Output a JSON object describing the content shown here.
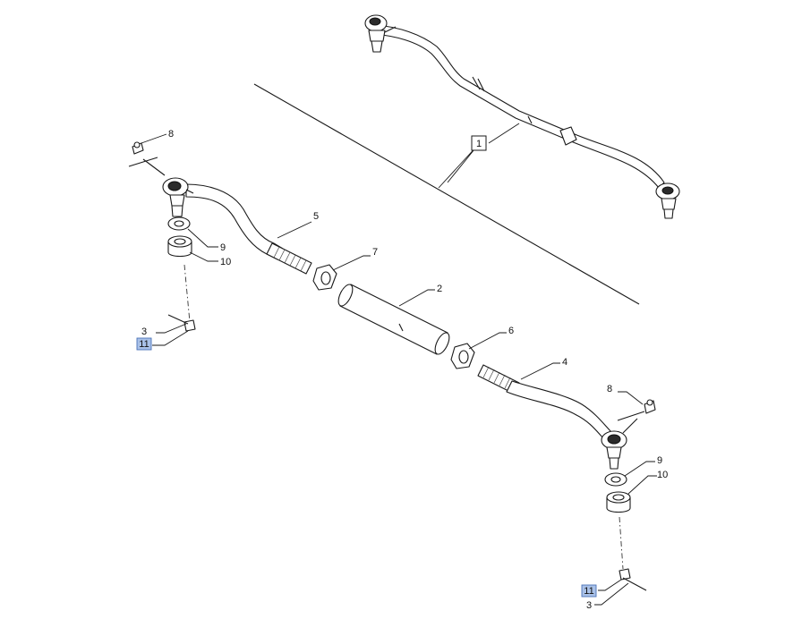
{
  "callouts": {
    "c1": "1",
    "c2": "2",
    "c3_left": "3",
    "c3_right": "3",
    "c4": "4",
    "c5": "5",
    "c6": "6",
    "c7": "7",
    "c8_left": "8",
    "c8_right": "8",
    "c9_left": "9",
    "c9_right": "9",
    "c10_left": "10",
    "c10_right": "10",
    "c11_left": "11",
    "c11_right": "11"
  },
  "colors": {
    "highlight_fill": "#a9c1e8",
    "highlight_stroke": "#4a72b8",
    "line": "#1a1a1a"
  }
}
